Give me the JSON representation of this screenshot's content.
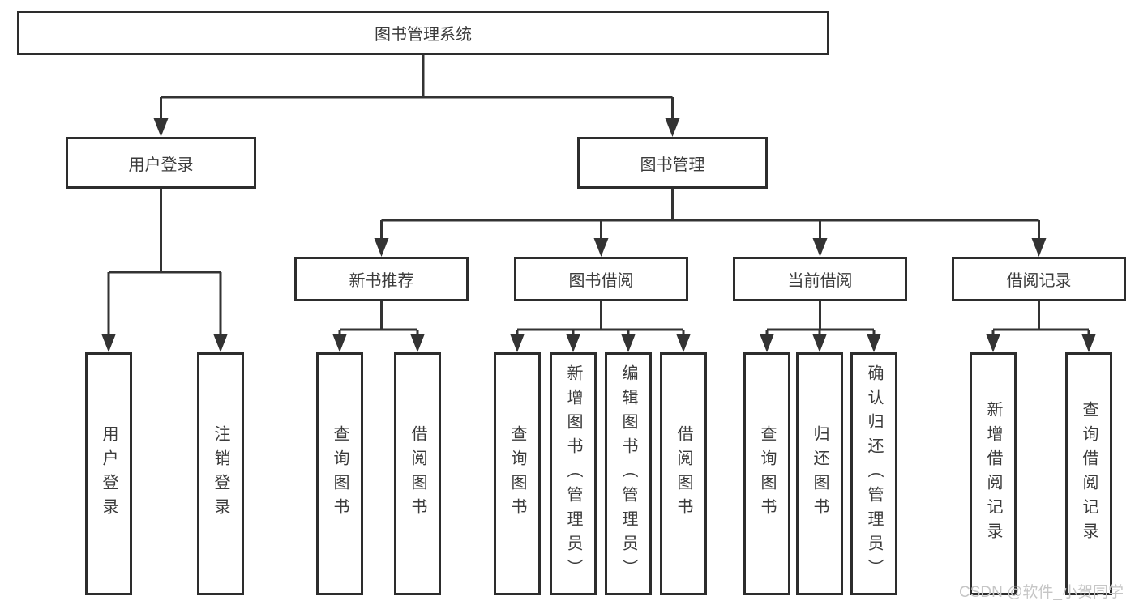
{
  "diagram": {
    "root": {
      "label": "图书管理系统"
    },
    "level2": [
      {
        "label": "用户登录"
      },
      {
        "label": "图书管理"
      }
    ],
    "level3": [
      {
        "label": "新书推荐"
      },
      {
        "label": "图书借阅"
      },
      {
        "label": "当前借阅"
      },
      {
        "label": "借阅记录"
      }
    ],
    "leaves": [
      {
        "label": "用户登录"
      },
      {
        "label": "注销登录"
      },
      {
        "label": "查询图书"
      },
      {
        "label": "借阅图书"
      },
      {
        "label": "查询图书"
      },
      {
        "label": "新增图书（管理员）"
      },
      {
        "label": "编辑图书（管理员）"
      },
      {
        "label": "借阅图书"
      },
      {
        "label": "查询图书"
      },
      {
        "label": "归还图书"
      },
      {
        "label": "确认归还（管理员）"
      },
      {
        "label": "新增借阅记录"
      },
      {
        "label": "查询借阅记录"
      }
    ],
    "watermark": {
      "text": "CSDN @软件_小贺同学"
    }
  },
  "colors": {
    "line": "#333333",
    "box_border": "#2d2d2d",
    "text": "#3b3b3b",
    "watermark": "#c6c6c6",
    "background": "#ffffff"
  }
}
